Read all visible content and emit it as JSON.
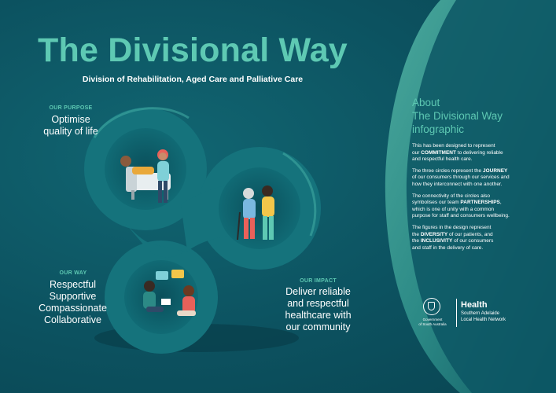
{
  "header": {
    "title": "The Divisional Way",
    "subtitle": "Division of Rehabilitation, Aged Care and Palliative Care"
  },
  "sections": {
    "purpose": {
      "heading": "OUR PURPOSE",
      "lines": [
        "Optimise",
        "quality of life"
      ]
    },
    "way": {
      "heading": "OUR WAY",
      "lines": [
        "Respectful",
        "Supportive",
        "Compassionate",
        "Collaborative"
      ]
    },
    "impact": {
      "heading": "OUR IMPACT",
      "lines": [
        "Deliver reliable",
        "and respectful",
        "healthcare with",
        "our community"
      ]
    }
  },
  "about": {
    "title_lines": [
      "About",
      "The Divisional Way",
      "infographic"
    ],
    "p1": {
      "l1": "This has been designed to represent",
      "l2a": "our ",
      "l2b": "COMMITMENT",
      "l2c": " to delivering reliable",
      "l3": "and respectful health care."
    },
    "p2": {
      "l1a": "The three circles represent the ",
      "l1b": "JOURNEY",
      "l2": "of our consumers through our services and",
      "l3": "how they interconnect with one another."
    },
    "p3": {
      "l1": "The connectivity of the circles also",
      "l2a": "symbolises our team ",
      "l2b": "PARTNERSHIPS",
      "l2c": ",",
      "l3": "which is one of unity with a common",
      "l4": "purpose for staff and consumers wellbeing."
    },
    "p4": {
      "l1": "The figures in the design represent",
      "l2a": "the ",
      "l2b": "DIVERSITY",
      "l2c": " of our patients, and",
      "l3a": "the ",
      "l3b": "INCLUSIVITY",
      "l3c": " of our consumers",
      "l4": "and staff in the delivery of care."
    }
  },
  "logo": {
    "gov_lines": [
      "Government",
      "of South Australia"
    ],
    "health": "Health",
    "network_lines": [
      "Southern Adelaide",
      "Local Health Network"
    ]
  },
  "colors": {
    "background": "#0c5260",
    "accent": "#5ec9b3",
    "right_panel": "#4aa89c",
    "ribbon": "#0f5e68"
  }
}
